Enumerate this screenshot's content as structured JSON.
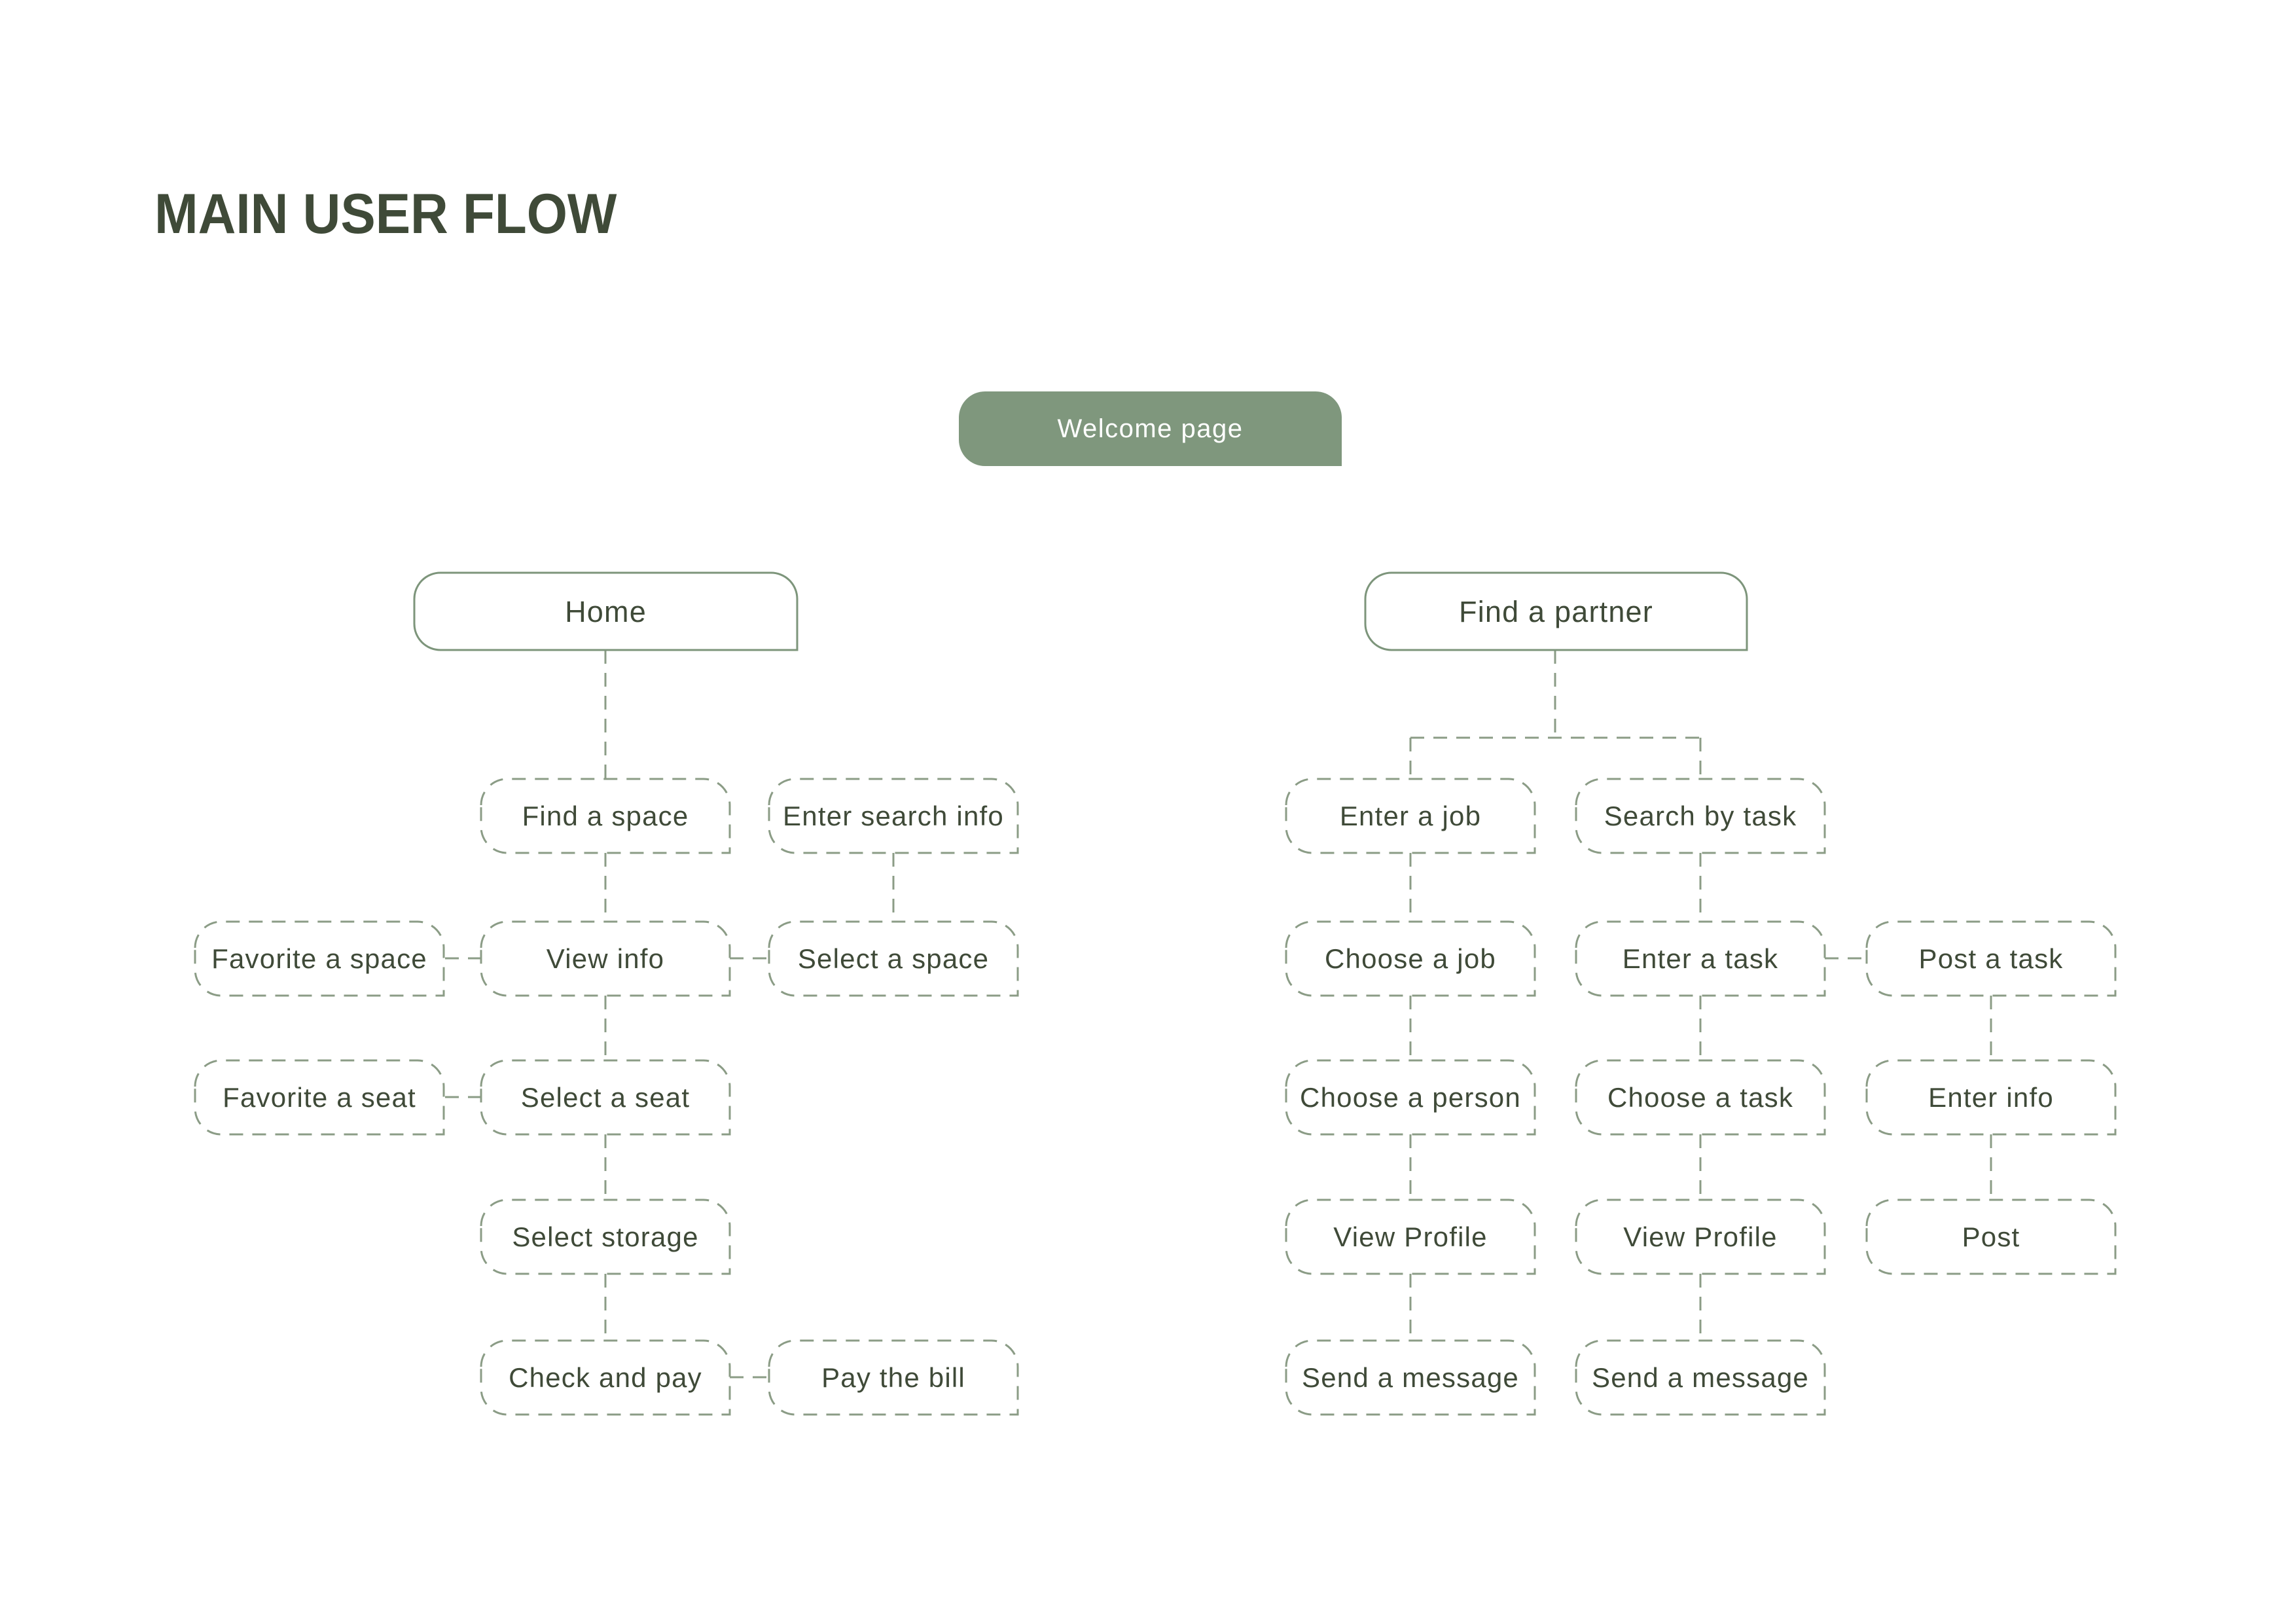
{
  "page": {
    "title": "MAIN USER FLOW"
  },
  "colors": {
    "accent_fill": "#7f977d",
    "outline": "#7d957b",
    "dash_line": "#8b9c86",
    "text_dark": "#3f4a38",
    "text_light": "#ffffff",
    "background": "#ffffff"
  },
  "diagram": {
    "entry": {
      "welcome": "Welcome page"
    },
    "home_flow": {
      "root": "Home",
      "find_a_space": "Find a space",
      "enter_search_info": "Enter search info",
      "favorite_a_space": "Favorite a space",
      "view_info": "View info",
      "select_a_space": "Select a space",
      "favorite_a_seat": "Favorite a seat",
      "select_a_seat": "Select a seat",
      "select_storage": "Select storage",
      "check_and_pay": "Check and pay",
      "pay_the_bill": "Pay the bill"
    },
    "partner_flow": {
      "root": "Find a partner",
      "enter_a_job": "Enter a job",
      "search_by_task": "Search by task",
      "choose_a_job": "Choose a job",
      "enter_a_task": "Enter a task",
      "post_a_task": "Post a task",
      "choose_a_person": "Choose a person",
      "choose_a_task": "Choose a task",
      "enter_info": "Enter info",
      "view_profile_job": "View Profile",
      "view_profile_task": "View Profile",
      "post": "Post",
      "send_a_message_job": "Send a message",
      "send_a_message_task": "Send a message"
    },
    "edges": [
      [
        "Home",
        "Find a space"
      ],
      [
        "Find a space",
        "View info"
      ],
      [
        "Enter search info",
        "Select a space"
      ],
      [
        "Favorite a space",
        "View info"
      ],
      [
        "View info",
        "Select a space"
      ],
      [
        "View info",
        "Select a seat"
      ],
      [
        "Favorite a seat",
        "Select a seat"
      ],
      [
        "Select a seat",
        "Select storage"
      ],
      [
        "Select storage",
        "Check and pay"
      ],
      [
        "Check and pay",
        "Pay the bill"
      ],
      [
        "Find a partner",
        "Enter a job"
      ],
      [
        "Find a partner",
        "Search by task"
      ],
      [
        "Enter a job",
        "Choose a job"
      ],
      [
        "Search by task",
        "Enter a task"
      ],
      [
        "Choose a job",
        "Choose a person"
      ],
      [
        "Enter a task",
        "Post a task"
      ],
      [
        "Enter a task",
        "Choose a task"
      ],
      [
        "Post a task",
        "Enter info"
      ],
      [
        "Choose a person",
        "View Profile"
      ],
      [
        "Choose a task",
        "View Profile"
      ],
      [
        "Enter info",
        "Post"
      ],
      [
        "View Profile (job)",
        "Send a message"
      ],
      [
        "View Profile (task)",
        "Send a message"
      ]
    ]
  }
}
